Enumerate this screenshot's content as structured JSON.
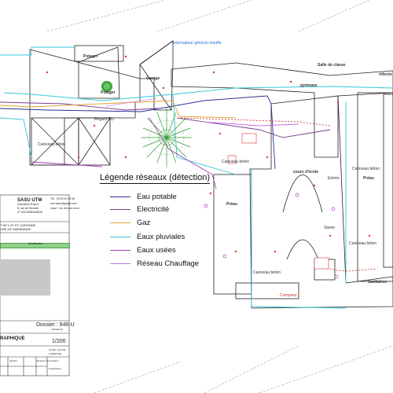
{
  "plan_labels": {
    "potager_building": "Potager",
    "potager_garden": "Potager",
    "garage": "Garage",
    "salle_de_classe": "Salle de classe",
    "gymnase": "gymnase",
    "refecto": "réfecto",
    "cours_ecole": "cours d'école",
    "preau_left": "Préau",
    "preau_right": "Préau",
    "sanitaires": "Sanitaires",
    "interrupteur": "Interrupteur général chauffe",
    "caniveau_beton": "Caniveau béton",
    "entree": "Entrée",
    "compteur": "Compteur",
    "regard": "Regard EU",
    "vanne": "Vanne"
  },
  "legend": {
    "title": "Légende réseaux (détection)",
    "items": [
      {
        "label": "Eau potable",
        "color": "#2b2f8f"
      },
      {
        "label": "Electricité",
        "color": "#7a3b8f"
      },
      {
        "label": "Gaz",
        "color": "#e0a030"
      },
      {
        "label": "Eaux pluviales",
        "color": "#30c8d8"
      },
      {
        "label": "Eaux usées",
        "color": "#a040b0"
      },
      {
        "label": "Réseau Chauffage",
        "color": "#c070e0"
      }
    ]
  },
  "title_block": {
    "company": "SASU UTM",
    "company_sub": "Géomètre-Expert",
    "address": "8, rue de Gironde",
    "city": "47 200 MARMANDE",
    "phone": "Tél : 05 53 20 32 06",
    "email": "utm.sasu@gmail.com",
    "siret": "SIRET : 851 859 848 00014",
    "project_line1": "T DE LOT ET GARONNE",
    "project_line2": "UNE DE MARMANDE",
    "modification_header": "Modification",
    "dossier": "Dossier : 946-U",
    "echelle_label": "ECHELLE",
    "scale": "1/200",
    "plan_type": "RAPHIQUE",
    "cadastre": "Lieudit / parcelle",
    "owner": "LAMARTHE",
    "owner_sub": "Propriétaire",
    "footer_row": "Section",
    "footer_label": "Emprise des travaux"
  }
}
